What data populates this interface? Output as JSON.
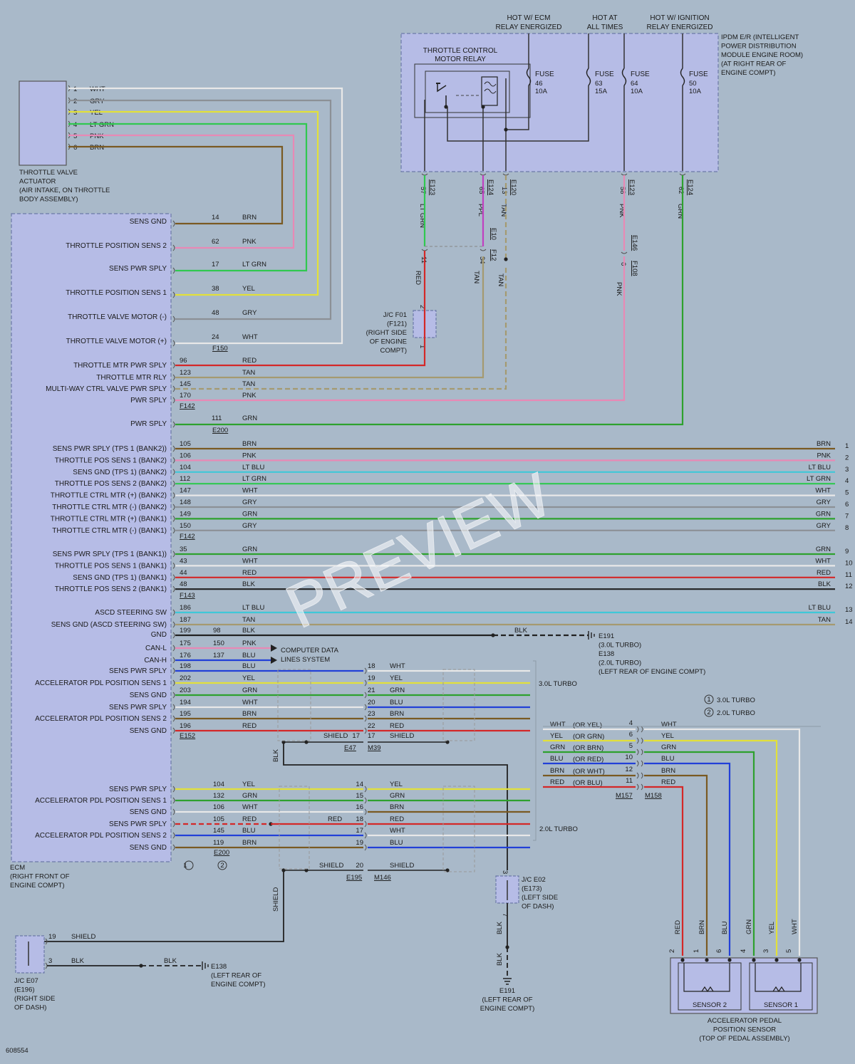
{
  "colors": {
    "BRN": "#7a5a22",
    "PNK": "#e889b5",
    "LTBLU": "#3fc8d8",
    "LTGRN": "#30c850",
    "WHT": "#e8e8e8",
    "GRY": "#8c9096",
    "GRN": "#2ea12e",
    "RED": "#d42828",
    "BLK": "#222222",
    "BLU": "#2240d8",
    "YEL": "#e2e03a",
    "TAN": "#a59a70",
    "PPL": "#c040c0",
    "box": "#b6bce6"
  },
  "doc_id": "608554",
  "watermark": "PREVIEW",
  "hot_labels": [
    {
      "l1": "HOT W/ ECM",
      "l2": "RELAY ENERGIZED"
    },
    {
      "l1": "HOT AT",
      "l2": "ALL TIMES"
    },
    {
      "l1": "HOT W/ IGNITION",
      "l2": "RELAY ENERGIZED"
    }
  ],
  "ipdm_desc": [
    "IPDM E/R (INTELLIGENT",
    "POWER DISTRIBUTION",
    "MODULE ENGINE ROOM)",
    "(AT RIGHT REAR OF",
    "ENGINE COMPT)"
  ],
  "relay_label": [
    "THROTTLE CONTROL",
    "MOTOR RELAY"
  ],
  "fuses": [
    {
      "name": "FUSE",
      "num": "46",
      "amp": "10A"
    },
    {
      "name": "FUSE",
      "num": "63",
      "amp": "15A"
    },
    {
      "name": "FUSE",
      "num": "64",
      "amp": "10A"
    },
    {
      "name": "FUSE",
      "num": "50",
      "amp": "10A"
    }
  ],
  "ipdm_pins": [
    {
      "pin": "57",
      "conn": "E123",
      "color": "LT GRN"
    },
    {
      "pin": "65",
      "conn": "E124",
      "color": "PPL"
    },
    {
      "pin": "13",
      "conn": "E120",
      "color": "TAN"
    },
    {
      "pin": "58",
      "conn": "E123",
      "color": "PNK"
    },
    {
      "pin": "62",
      "conn": "E124",
      "color": "GRN"
    }
  ],
  "mid_conns": [
    {
      "pin": "11",
      "conn": "",
      "color": "RED"
    },
    {
      "pin": "34",
      "conn": "E10",
      "conn2": "F12",
      "color": "TAN"
    },
    {
      "pin": "",
      "conn": "",
      "color": "TAN"
    },
    {
      "pin": "6",
      "conn": "E146",
      "conn2": "F108",
      "color": "PNK"
    }
  ],
  "jcf01": [
    "J/C F01",
    "(F121)",
    "(RIGHT SIDE",
    "OF ENGINE",
    "COMPT)"
  ],
  "jcf01_pins": [
    "2",
    "1"
  ],
  "tva": {
    "pins": [
      {
        "n": "1",
        "c": "WHT"
      },
      {
        "n": "2",
        "c": "GRY"
      },
      {
        "n": "3",
        "c": "YEL"
      },
      {
        "n": "4",
        "c": "LT GRN"
      },
      {
        "n": "5",
        "c": "PNK"
      },
      {
        "n": "6",
        "c": "BRN"
      }
    ],
    "desc": [
      "THROTTLE VALVE",
      "ACTUATOR",
      "(AIR INTAKE, ON THROTTLE",
      "BODY ASSEMBLY)"
    ]
  },
  "ecm_desc": [
    "ECM",
    "(RIGHT FRONT OF",
    "ENGINE COMPT)"
  ],
  "ecm_upper": [
    {
      "label": "SENS GND",
      "pin": "14",
      "color": "BRN"
    },
    {
      "label": "THROTTLE POSITION SENS 2",
      "pin": "62",
      "color": "PNK"
    },
    {
      "label": "SENS PWR SPLY",
      "pin": "17",
      "color": "LT GRN"
    },
    {
      "label": "THROTTLE POSITION SENS 1",
      "pin": "38",
      "color": "YEL"
    },
    {
      "label": "THROTTLE VALVE MOTOR (-)",
      "pin": "48",
      "color": "GRY"
    },
    {
      "label": "THROTTLE VALVE MOTOR (+)",
      "pin": "24",
      "color": "WHT"
    }
  ],
  "conn_f150": "F150",
  "ecm_power": [
    {
      "label": "THROTTLE MTR PWR SPLY",
      "pin": "96",
      "color": "RED"
    },
    {
      "label": "THROTTLE MTR RLY",
      "pin": "123",
      "color": "TAN"
    },
    {
      "label": "MULTI-WAY CTRL VALVE PWR SPLY",
      "pin": "145",
      "color": "TAN"
    },
    {
      "label": "PWR SPLY",
      "pin": "170",
      "color": "PNK"
    }
  ],
  "conn_f142a": "F142",
  "ecm_pwr2": {
    "label": "PWR SPLY",
    "pin": "111",
    "color": "GRN"
  },
  "conn_e200a": "E200",
  "bank2": [
    {
      "label": "SENS PWR SPLY (TPS 1 (BANK2))",
      "pin": "105",
      "color": "BRN",
      "n": "1"
    },
    {
      "label": "THROTTLE POS SENS 1 (BANK2)",
      "pin": "106",
      "color": "PNK",
      "n": "2"
    },
    {
      "label": "SENS GND (TPS 1) (BANK2)",
      "pin": "104",
      "color": "LT BLU",
      "n": "3"
    },
    {
      "label": "THROTTLE POS SENS 2 (BANK2)",
      "pin": "112",
      "color": "LT GRN",
      "n": "4"
    },
    {
      "label": "THROTTLE CTRL MTR (+) (BANK2)",
      "pin": "147",
      "color": "WHT",
      "n": "5"
    },
    {
      "label": "THROTTLE CTRL MTR (-) (BANK2)",
      "pin": "148",
      "color": "GRY",
      "n": "6"
    },
    {
      "label": "THROTTLE CTRL MTR (+) (BANK1)",
      "pin": "149",
      "color": "GRN",
      "n": "7"
    },
    {
      "label": "THROTTLE CTRL MTR (-) (BANK1)",
      "pin": "150",
      "color": "GRY",
      "n": "8"
    }
  ],
  "conn_f142b": "F142",
  "bank1": [
    {
      "label": "SENS PWR SPLY (TPS 1 (BANK1))",
      "pin": "35",
      "color": "GRN",
      "n": "9"
    },
    {
      "label": "THROTTLE POS SENS 1 (BANK1)",
      "pin": "43",
      "color": "WHT",
      "n": "10"
    },
    {
      "label": "SENS GND (TPS 1) (BANK1)",
      "pin": "44",
      "color": "RED",
      "n": "11"
    },
    {
      "label": "THROTTLE POS SENS 2 (BANK1)",
      "pin": "48",
      "color": "BLK",
      "n": "12"
    }
  ],
  "conn_f143": "F143",
  "ascd": [
    {
      "label": "ASCD STEERING SW",
      "pin": "186",
      "color": "LT BLU",
      "n": "13"
    },
    {
      "label": "SENS GND (ASCD STEERING SW)",
      "pin": "187",
      "color": "TAN",
      "n": "14"
    }
  ],
  "gnd": {
    "label": "GND",
    "pin1": "199",
    "pin2": "98",
    "color": "BLK"
  },
  "gnd_right": [
    "E191",
    "(3.0L TURBO)",
    "E138",
    "(2.0L TURBO)",
    "(LEFT REAR OF ENGINE COMPT)"
  ],
  "can": [
    {
      "label": "CAN-L",
      "pin1": "175",
      "pin2": "150",
      "color": "PNK"
    },
    {
      "label": "CAN-H",
      "pin1": "176",
      "pin2": "137",
      "color": "BLU"
    }
  ],
  "can_dest": [
    "COMPUTER DATA",
    "LINES SYSTEM"
  ],
  "apps3": [
    {
      "label": "SENS PWR SPLY",
      "pin": "198",
      "color": "BLU",
      "rpin": "18",
      "rcolor": "WHT"
    },
    {
      "label": "ACCELERATOR PDL POSITION SENS 1",
      "pin": "202",
      "color": "YEL",
      "rpin": "19",
      "rcolor": "YEL"
    },
    {
      "label": "SENS GND",
      "pin": "203",
      "color": "GRN",
      "rpin": "21",
      "rcolor": "GRN"
    },
    {
      "label": "SENS PWR SPLY",
      "pin": "194",
      "color": "WHT",
      "rpin": "20",
      "rcolor": "BLU"
    },
    {
      "label": "ACCELERATOR PDL POSITION SENS 2",
      "pin": "195",
      "color": "BRN",
      "rpin": "23",
      "rcolor": "BRN"
    },
    {
      "label": "SENS GND",
      "pin": "196",
      "color": "RED",
      "rpin": "22",
      "rcolor": "RED"
    }
  ],
  "conn_e152": "E152",
  "shield1": {
    "label": "SHIELD",
    "pin": "17",
    "rlabel": "SHIELD",
    "c1": "E47",
    "c2": "M39"
  },
  "turbo30": "3.0L TURBO",
  "apps2": [
    {
      "label": "SENS PWR SPLY",
      "pin": "104",
      "color": "YEL",
      "rpin": "14",
      "rcolor": "YEL"
    },
    {
      "label": "ACCELERATOR PDL POSITION SENS 1",
      "pin": "132",
      "color": "GRN",
      "rpin": "15",
      "rcolor": "GRN"
    },
    {
      "label": "SENS GND",
      "pin": "106",
      "color": "WHT",
      "rpin": "16",
      "rcolor": "BRN"
    },
    {
      "label": "SENS PWR SPLY",
      "pin": "105",
      "color": "RED",
      "rpin": "18",
      "rcolor": "RED",
      "mid": "RED"
    },
    {
      "label": "ACCELERATOR PDL POSITION SENS 2",
      "pin": "145",
      "color": "BLU",
      "rpin": "17",
      "rcolor": "WHT"
    },
    {
      "label": "SENS GND",
      "pin": "119",
      "color": "BRN",
      "rpin": "19",
      "rcolor": "BLU"
    }
  ],
  "conn_e200b": "E200",
  "shield2": {
    "label": "SHIELD",
    "pin": "20",
    "rlabel": "SHIELD",
    "c1": "E195",
    "c2": "M146"
  },
  "turbo20": "2.0L TURBO",
  "notes": [
    {
      "n": "1",
      "t": "3.0L TURBO"
    },
    {
      "n": "2",
      "t": "2.0L TURBO"
    }
  ],
  "note_marks": [
    "1",
    "2"
  ],
  "apps_conn": [
    {
      "pin": "4",
      "c": "WHT",
      "alt": "(OR YEL)",
      "rc": "WHT"
    },
    {
      "pin": "6",
      "c": "YEL",
      "alt": "(OR GRN)",
      "rc": "YEL"
    },
    {
      "pin": "5",
      "c": "GRN",
      "alt": "(OR BRN)",
      "rc": "GRN"
    },
    {
      "pin": "10",
      "c": "BLU",
      "alt": "(OR RED)",
      "rc": "BLU"
    },
    {
      "pin": "12",
      "c": "BRN",
      "alt": "(OR WHT)",
      "rc": "BRN"
    },
    {
      "pin": "11",
      "c": "RED",
      "alt": "(OR BLU)",
      "rc": "RED"
    }
  ],
  "apps_conns": [
    "M157",
    "M158"
  ],
  "sensor_wires": [
    {
      "c": "RED",
      "pin": "2"
    },
    {
      "c": "BRN",
      "pin": "1"
    },
    {
      "c": "BLU",
      "pin": "6"
    },
    {
      "c": "GRN",
      "pin": "4"
    },
    {
      "c": "YEL",
      "pin": "3"
    },
    {
      "c": "WHT",
      "pin": "5"
    }
  ],
  "sensor_names": [
    "SENSOR 2",
    "SENSOR 1"
  ],
  "apps_desc": [
    "ACCELERATOR PEDAL",
    "POSITION SENSOR",
    "(TOP OF PEDAL ASSEMBLY)"
  ],
  "blk_vert": "BLK",
  "shield_vert": "SHIELD",
  "jce02": [
    "J/C E02",
    "(E173)",
    "(LEFT SIDE",
    "OF DASH)"
  ],
  "jce02_pins": [
    "3",
    "7"
  ],
  "jce02_wires": [
    "BLK",
    "BLK"
  ],
  "gnd_e191": [
    "E191",
    "(LEFT REAR OF",
    "ENGINE COMPT)"
  ],
  "jce07": {
    "pins": [
      {
        "n": "19",
        "c": "SHIELD"
      },
      {
        "n": "3",
        "c": "BLK"
      }
    ],
    "wire2": "BLK",
    "gnd": [
      "E138",
      "(LEFT REAR OF",
      "ENGINE COMPT)"
    ],
    "desc": [
      "J/C E07",
      "(E196)",
      "(RIGHT SIDE",
      "OF DASH)"
    ]
  }
}
